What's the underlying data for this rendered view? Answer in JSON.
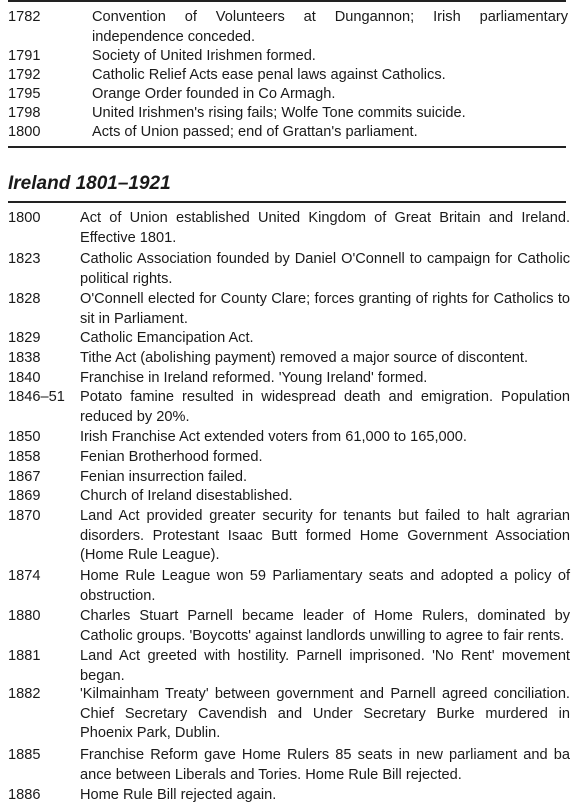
{
  "top_entries": [
    {
      "year": "1782",
      "text": "Convention of Volunteers at Dungannon; Irish parliamentary independence conceded."
    },
    {
      "year": "1791",
      "text": "Society of United Irishmen formed."
    },
    {
      "year": "1792",
      "text": "Catholic Relief Acts ease penal laws against Catholics."
    },
    {
      "year": "1795",
      "text": "Orange Order founded in Co Armagh."
    },
    {
      "year": "1798",
      "text": "United Irishmen's rising fails; Wolfe Tone commits suicide."
    },
    {
      "year": "1800",
      "text": "Acts of Union passed; end of Grattan's parliament."
    }
  ],
  "section": {
    "title": "Ireland 1801–1921",
    "entries": [
      {
        "year": "1800",
        "text": "Act of Union established United Kingdom of Great Britain and Ireland. Effective 1801."
      },
      {
        "year": "1823",
        "text": "Catholic Association founded by Daniel O'Connell to campaign for Catholic political rights."
      },
      {
        "year": "1828",
        "text": "O'Connell elected for County Clare; forces granting of rights for Catholics to sit in Parliament."
      },
      {
        "year": "1829",
        "text": "Catholic Emancipation Act."
      },
      {
        "year": "1838",
        "text": "Tithe Act (abolishing payment) removed a major source of discontent."
      },
      {
        "year": "1840",
        "text": "Franchise in Ireland reformed. 'Young Ireland' formed."
      },
      {
        "year": "1846–51",
        "text": "Potato famine resulted in widespread death and emigration. Population reduced by 20%."
      },
      {
        "year": "1850",
        "text": "Irish Franchise Act extended voters from 61,000 to 165,000."
      },
      {
        "year": "1858",
        "text": "Fenian Brotherhood formed."
      },
      {
        "year": "1867",
        "text": "Fenian insurrection failed."
      },
      {
        "year": "1869",
        "text": "Church of Ireland disestablished."
      },
      {
        "year": "1870",
        "text": "Land Act provided greater security for tenants but failed to halt agrarian disorders. Protestant Isaac Butt formed Home Government Association (Home Rule League)."
      },
      {
        "year": "1874",
        "text": "Home Rule League won 59 Parliamentary seats and adopted a policy of obstruction."
      },
      {
        "year": "1880",
        "text": "Charles Stuart Parnell became leader of Home Rulers, dominated by Catholic groups. 'Boycotts' against landlords unwilling to agree to fair rents."
      },
      {
        "year": "1881",
        "text": "Land Act greeted with hostility. Parnell imprisoned. 'No Rent' movement began."
      },
      {
        "year": "1882",
        "text": "'Kilmainham Treaty' between government and Parnell agreed conciliation. Chief Secretary Cavendish and Under Secretary Burke murdered in Phoenix Park, Dublin."
      },
      {
        "year": "1885",
        "text": "Franchise Reform gave Home Rulers 85 seats in new parliament and ba ance between Liberals and Tories. Home Rule Bill rejected."
      },
      {
        "year": "1886",
        "text": "Home Rule Bill rejected again."
      }
    ]
  }
}
